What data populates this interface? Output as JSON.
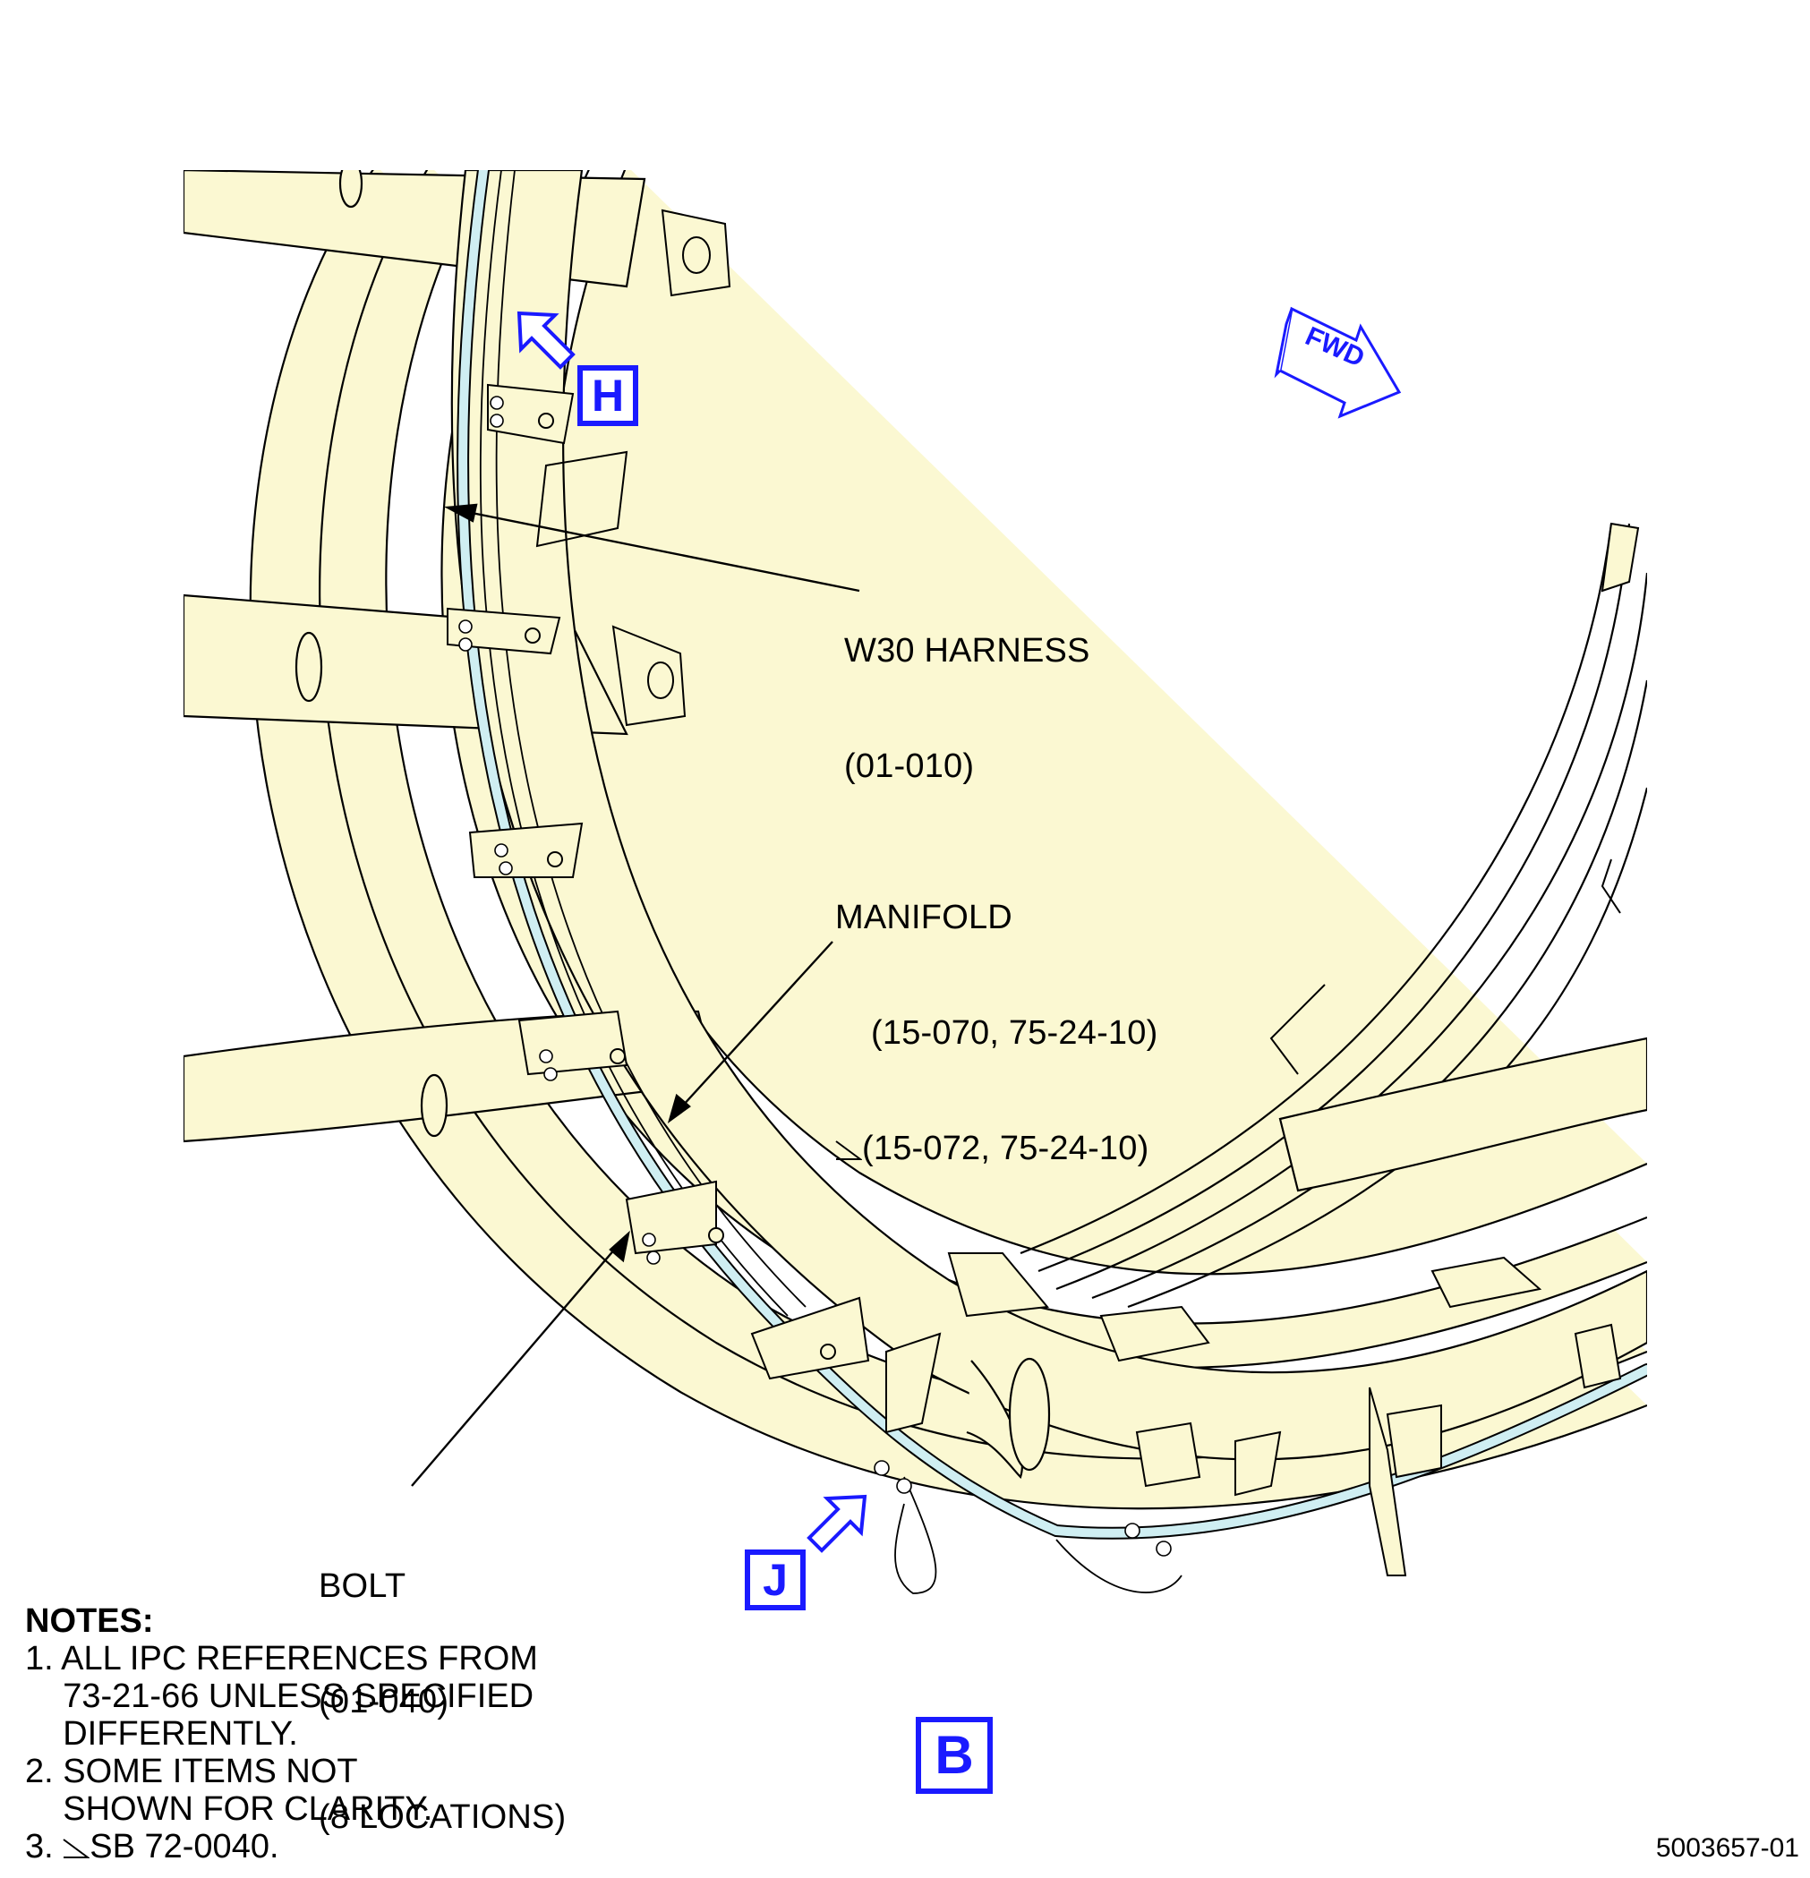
{
  "callouts": {
    "harness": {
      "line1": "W30 HARNESS",
      "line2": "(01-010)"
    },
    "manifold": {
      "line1": "MANIFOLD",
      "line2": "(15-070, 75-24-10)",
      "line3": "(15-072, 75-24-10)"
    },
    "bolt": {
      "line1": "BOLT",
      "line2": "(01-040)",
      "line3": "(8 LOCATIONS)"
    }
  },
  "view_refs": {
    "h": "H",
    "j": "J",
    "b": "B"
  },
  "fwd_label": "FWD",
  "notes": {
    "title": "NOTES:",
    "lines": [
      "1. ALL IPC REFERENCES FROM",
      "    73-21-66 UNLESS SPECIFIED",
      "    DIFFERENTLY.",
      "2. SOME ITEMS NOT",
      "    SHOWN FOR CLARITY.",
      "3. "
    ],
    "note3_text": "SB 72-0040."
  },
  "drawing_number": "5003657-01",
  "colors": {
    "body_fill": "#fbf8d2",
    "harness": "#cfeef2",
    "ref_blue": "#1a1aff",
    "outline": "#000000"
  }
}
